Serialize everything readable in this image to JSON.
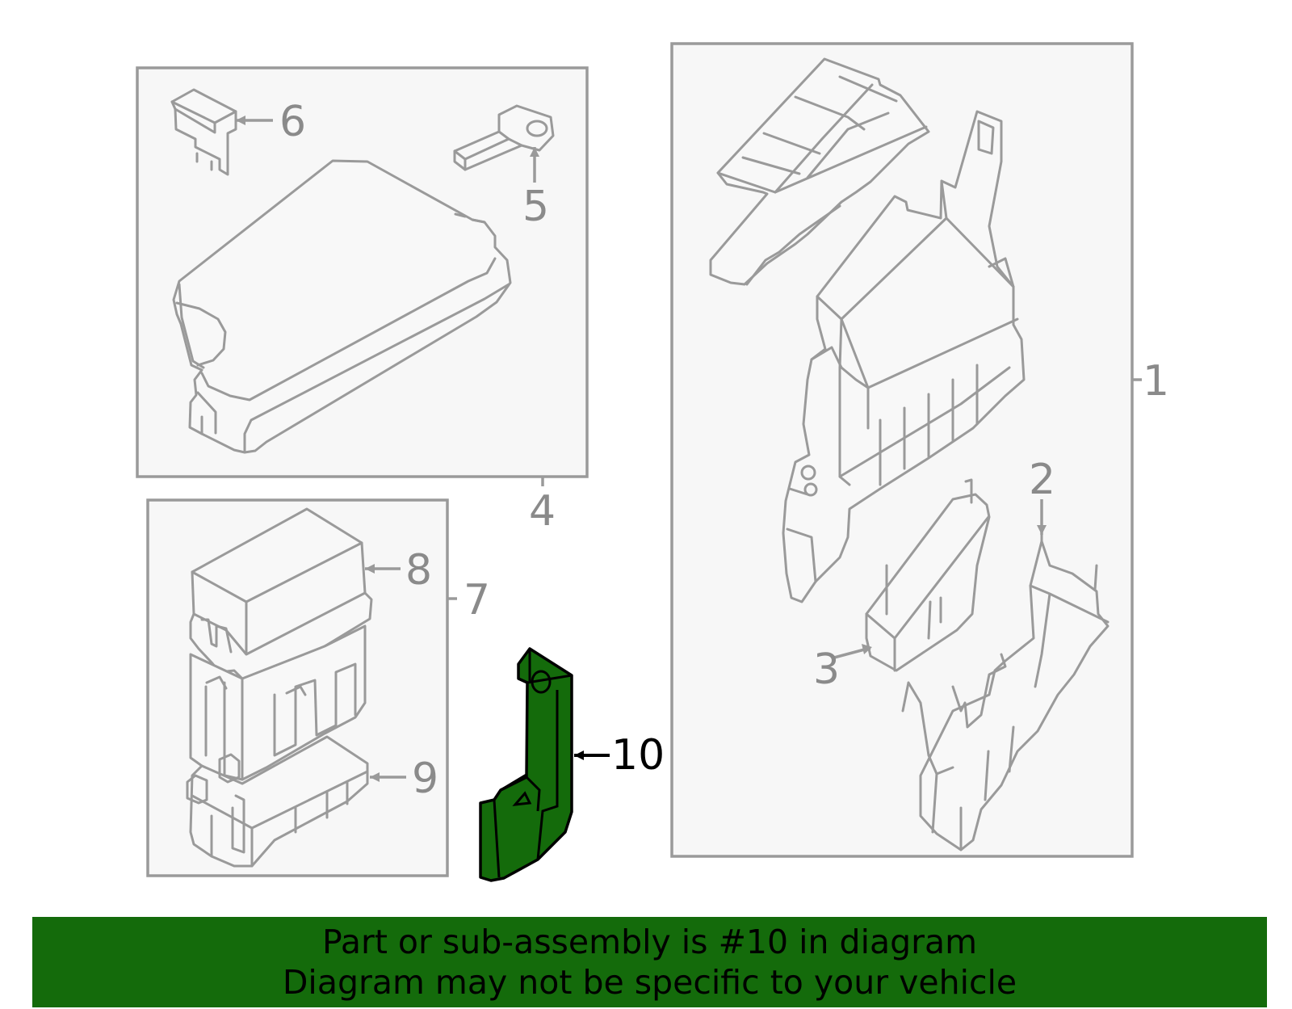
{
  "callouts": {
    "c1": "1",
    "c2": "2",
    "c3": "3",
    "c4": "4",
    "c5": "5",
    "c6": "6",
    "c7": "7",
    "c8": "8",
    "c9": "9",
    "c10": "10"
  },
  "highlighted_part": "10",
  "colors": {
    "highlight": "#146b0b",
    "outline": "#9a9a9a",
    "banner": "#146b0b"
  },
  "banner": {
    "line1": "Part or sub-assembly is #10 in diagram",
    "line2": "Diagram may not be specific to your vehicle"
  }
}
